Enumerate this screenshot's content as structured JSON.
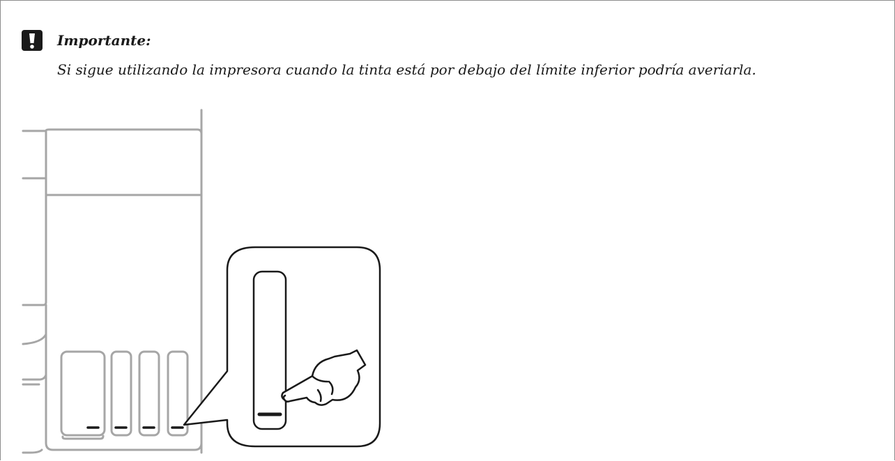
{
  "note": {
    "icon": "important-exclamation-icon",
    "title": "Importante:",
    "text": "Si sigue utilizando la impresora cuando la tinta está por debajo del límite inferior podría averiarla."
  },
  "illustration": {
    "subject": "printer-ink-tanks",
    "tank_count": 4,
    "callout_icon": "pointing-hand-icon",
    "line_color": "#a6a6a6",
    "detail_color": "#1a1a1a"
  }
}
